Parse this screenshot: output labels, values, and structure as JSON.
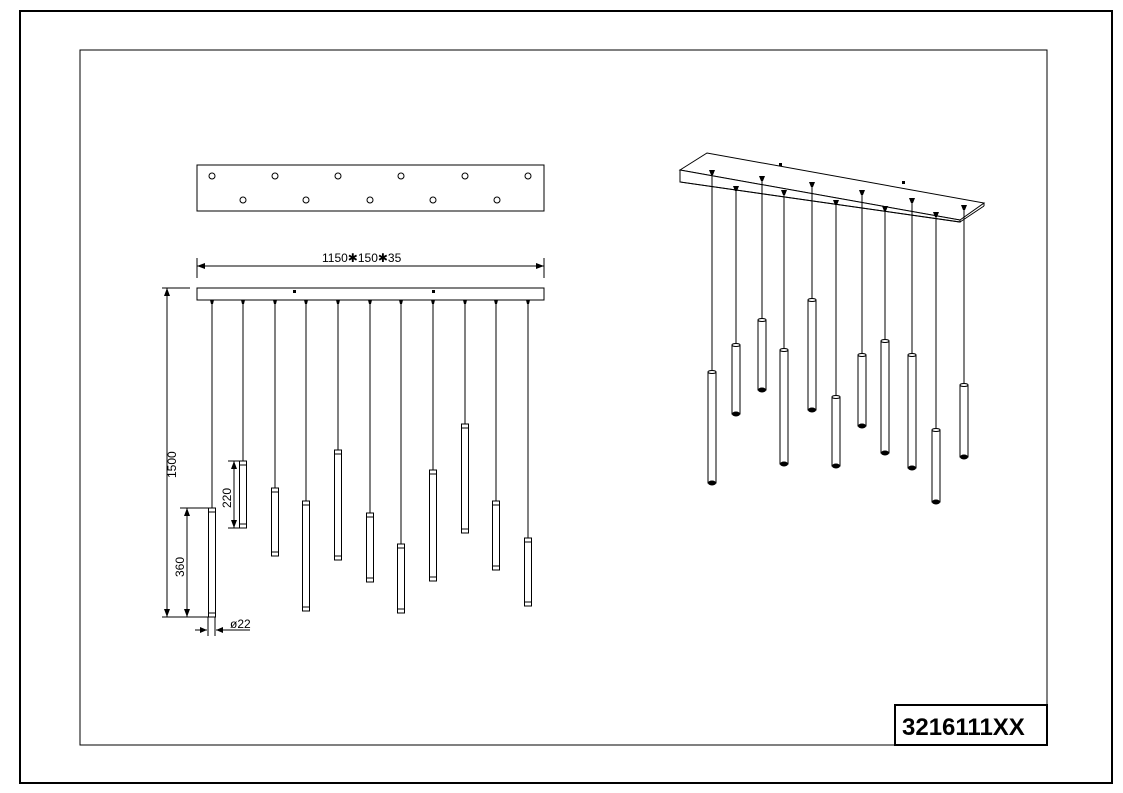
{
  "drawing": {
    "overall_dimensions": "1150✱150✱35",
    "height_label": "1500",
    "tube_long_label": "360",
    "tube_short_label": "220",
    "diameter_label": "ø22",
    "model_number": "3216111XX"
  }
}
